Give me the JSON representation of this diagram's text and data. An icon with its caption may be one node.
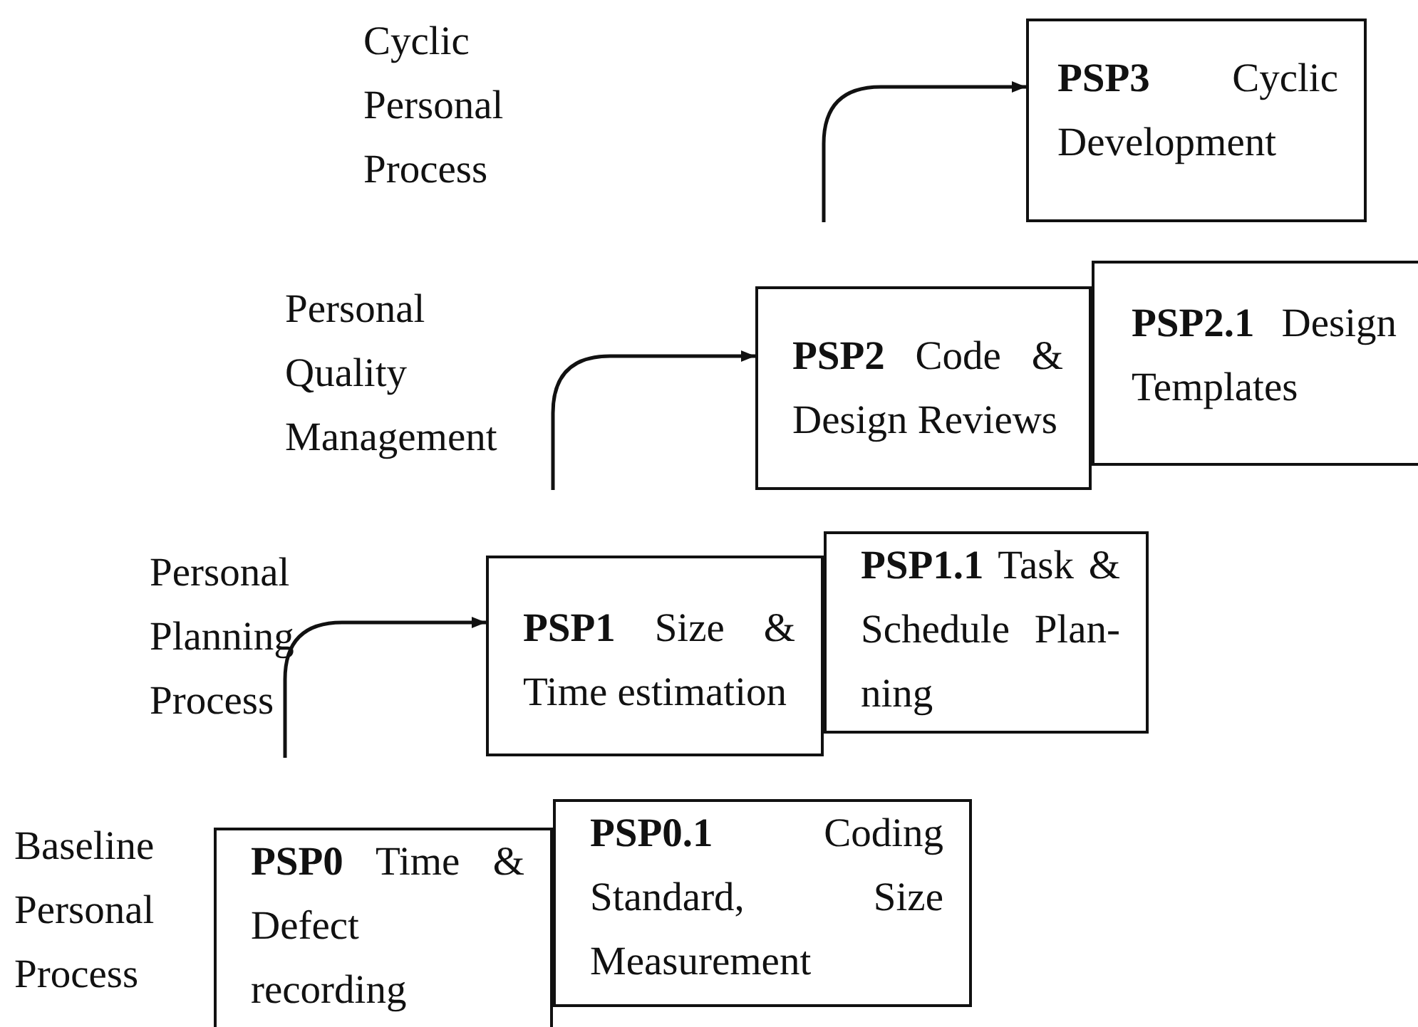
{
  "diagram": {
    "nodes": [
      {
        "text": [
          "**PSP3** Cyclic Development"
        ]
      },
      {
        "text": [
          "**PSP2** Code & Design Reviews"
        ]
      },
      {
        "text": [
          "**PSP2.1** Design Templates"
        ]
      },
      {
        "text": [
          "**PSP1** Size & Time estimation"
        ]
      },
      {
        "text": [
          "**PSP1.1** Task & Schedule Plan- ning"
        ]
      },
      {
        "text": [
          "**PSP0** Time & Defect recording"
        ]
      },
      {
        "text": [
          "**PSP0.1** Coding Standard, Size Measurement"
        ]
      }
    ],
    "edges": [
      {
        "from": null,
        "to": 0,
        "arrow": "to"
      },
      {
        "from": null,
        "to": 1,
        "arrow": "to"
      },
      {
        "from": null,
        "to": 3,
        "arrow": "to"
      }
    ],
    "labels": [
      "Cyclic Personal Process",
      "Personal Quality Management",
      "Personal Planning Process",
      "Baseline Personal Process"
    ]
  }
}
